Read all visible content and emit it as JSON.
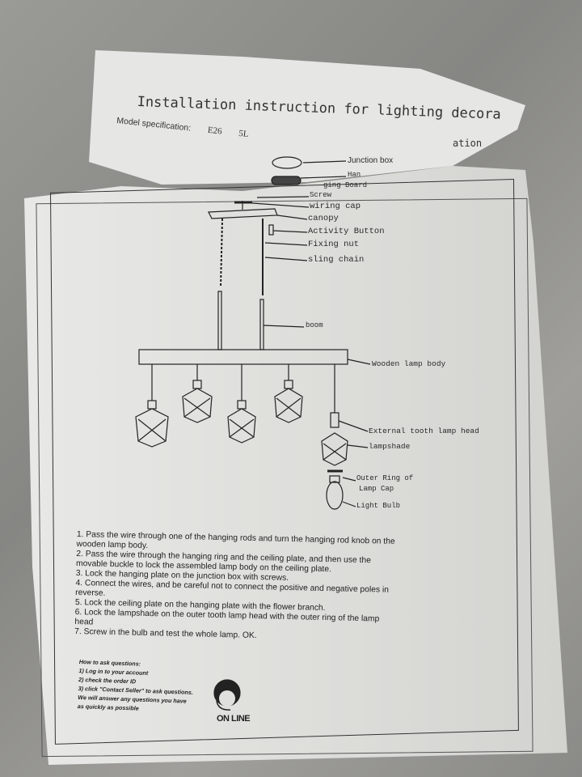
{
  "header": {
    "title": "Installation instruction for lighting decora",
    "model_label": "Model specification:",
    "model_socket": "E26",
    "model_lights": "5L",
    "torn_fragment": "ation"
  },
  "diagram_labels": {
    "junction_box": "Junction box",
    "hanging_board_top": "Han",
    "hanging_board": "ging Board",
    "screw": "Screw",
    "wiring_cap": "wiring cap",
    "canopy": "canopy",
    "activity_button": "Activity Button",
    "fixing_nut": "Fixing nut",
    "sling_chain": "sling chain",
    "boom": "boom",
    "wooden_lamp_body": "Wooden lamp body",
    "external_tooth_lamp_head": "External tooth lamp head",
    "lampshade": "lampshade",
    "outer_ring_1": "Outer Ring of",
    "outer_ring_2": "Lamp Cap",
    "light_bulb": "Light Bulb"
  },
  "steps": [
    "1. Pass the wire through one of the hanging rods and turn the hanging rod knob on the wooden lamp body.",
    "2. Pass the wire through the hanging ring and the ceiling plate, and then use the movable buckle to lock the assembled lamp body on the ceiling plate.",
    "3. Lock the hanging plate on the junction box with screws.",
    "4. Connect the wires, and be careful not to connect the positive and negative poles in reverse.",
    "5. Lock the ceiling plate on the hanging plate with the flower branch.",
    "6. Lock the lampshade on the outer tooth lamp head with the outer ring of the lamp head",
    "7. Screw in the bulb and test the whole lamp. OK."
  ],
  "questions": {
    "heading": "How to ask questions:",
    "items": [
      "1) Log in to your account",
      "2) check the order ID",
      "3) click \"Contact Seller\" to ask questions."
    ],
    "note_1": "We will answer any questions you have",
    "note_2": "as quickly as possible"
  },
  "logo": {
    "text": "ON LINE"
  }
}
